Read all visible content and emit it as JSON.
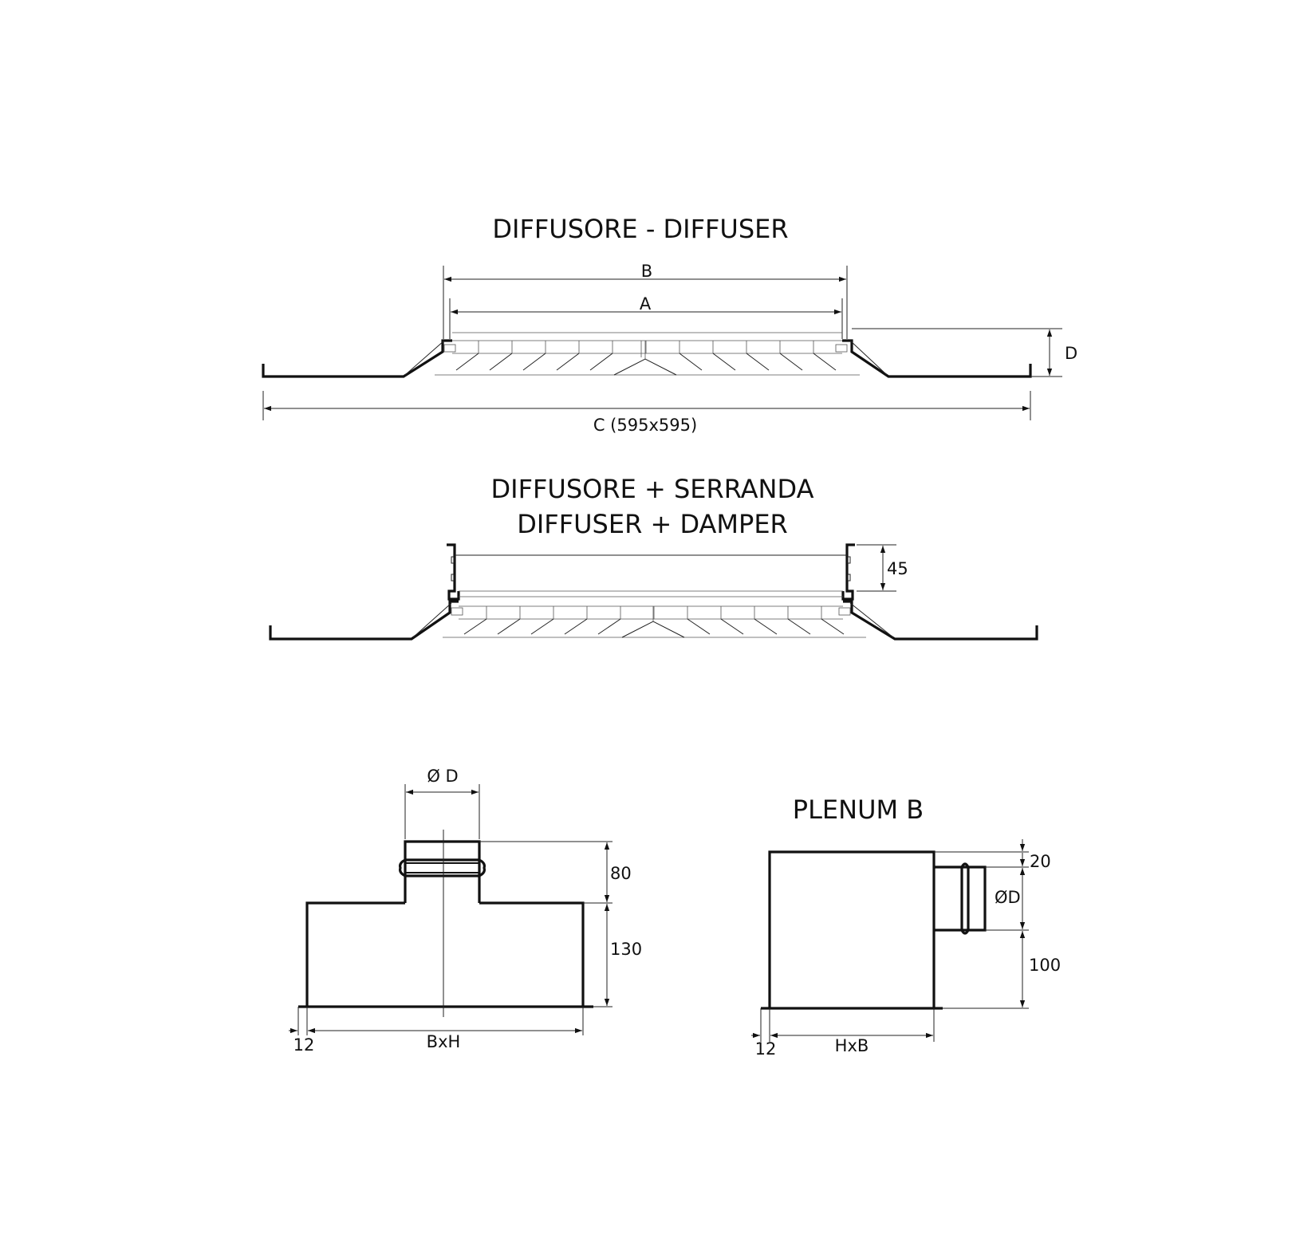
{
  "diffuser": {
    "title": "DIFFUSORE - DIFFUSER",
    "dim_b": "B",
    "dim_a": "A",
    "dim_d": "D",
    "dim_c": "C (595x595)"
  },
  "diffuser_damper": {
    "title_line1": "DIFFUSORE + SERRANDA",
    "title_line2": "DIFFUSER + DAMPER",
    "dim_45": "45"
  },
  "plenum_a": {
    "dim_od": "Ø D",
    "dim_80": "80",
    "dim_130": "130",
    "dim_12": "12",
    "dim_bxh": "BxH"
  },
  "plenum_b": {
    "title": "PLENUM B",
    "dim_20": "20",
    "dim_od": "ØD",
    "dim_100": "100",
    "dim_12": "12",
    "dim_hxb": "HxB"
  }
}
